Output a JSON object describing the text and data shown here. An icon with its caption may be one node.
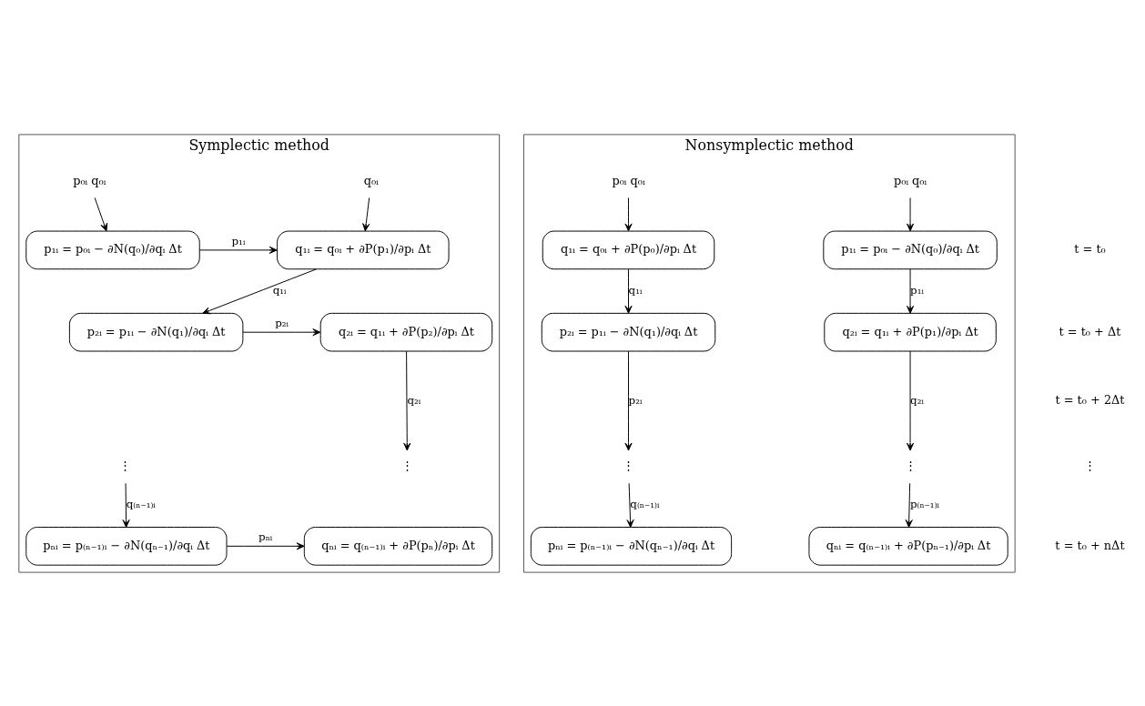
{
  "diagram": {
    "nodes": [
      {
        "text": [
          "Symplectic method"
        ]
      },
      {
        "text": [
          "p₀ᵢ q₀ᵢ"
        ],
        "in": 0
      },
      {
        "text": [
          "q₀ᵢ"
        ],
        "in": 0
      },
      {
        "text": [
          "p₁ᵢ = p₀ᵢ − ∂N(q₀)/∂qᵢ Δt"
        ],
        "in": 0
      },
      {
        "text": [
          "q₁ᵢ = q₀ᵢ + ∂P(p₁)/∂pᵢ Δt"
        ],
        "in": 0
      },
      {
        "text": [
          "p₂ᵢ = p₁ᵢ − ∂N(q₁)/∂qᵢ Δt"
        ],
        "in": 0
      },
      {
        "text": [
          "q₂ᵢ = q₁ᵢ + ∂P(p₂)/∂pᵢ Δt"
        ],
        "in": 0
      },
      {
        "text": [
          "⋮"
        ],
        "in": 0
      },
      {
        "text": [
          "⋮"
        ],
        "in": 0
      },
      {
        "text": [
          "pₙᵢ = p₍ₙ₋₁₎ᵢ − ∂N(qₙ₋₁)/∂qᵢ Δt"
        ],
        "in": 0
      },
      {
        "text": [
          "qₙᵢ = q₍ₙ₋₁₎ᵢ + ∂P(pₙ)/∂pᵢ Δt"
        ],
        "in": 0
      },
      {
        "text": [
          "Nonsymplectic method"
        ]
      },
      {
        "text": [
          "p₀ᵢ q₀ᵢ"
        ],
        "in": 11
      },
      {
        "text": [
          "p₀ᵢ q₀ᵢ"
        ],
        "in": 11
      },
      {
        "text": [
          "p₁ᵢ = p₀ᵢ − ∂N(q₀)/∂qᵢ Δt"
        ],
        "in": 11
      },
      {
        "text": [
          "q₁ᵢ = q₀ᵢ + ∂P(p₀)/∂pᵢ Δt"
        ],
        "in": 11
      },
      {
        "text": [
          "p₂ᵢ = p₁ᵢ − ∂N(q₁)/∂qᵢ Δt"
        ],
        "in": 11
      },
      {
        "text": [
          "q₂ᵢ = q₁ᵢ + ∂P(p₁)/∂pᵢ Δt"
        ],
        "in": 11
      },
      {
        "text": [
          "⋮"
        ],
        "in": 11
      },
      {
        "text": [
          "⋮"
        ],
        "in": 11
      },
      {
        "text": [
          "pₙᵢ = p₍ₙ₋₁₎ᵢ − ∂N(qₙ₋₁)/∂qᵢ Δt"
        ],
        "in": 11
      },
      {
        "text": [
          "qₙᵢ = q₍ₙ₋₁₎ᵢ + ∂P(pₙ₋₁)/∂pᵢ Δt"
        ],
        "in": 11
      }
    ],
    "edges": [
      {
        "from": 1,
        "to": 3,
        "arrow": "to"
      },
      {
        "from": 2,
        "to": 4,
        "arrow": "to"
      },
      {
        "from": 3,
        "to": 4,
        "arrow": "to",
        "label": "p₁ᵢ"
      },
      {
        "from": 4,
        "to": 5,
        "arrow": "to",
        "label": "q₁ᵢ"
      },
      {
        "from": 5,
        "to": 6,
        "arrow": "to",
        "label": "p₂ᵢ"
      },
      {
        "from": 6,
        "to": 7,
        "arrow": "to",
        "label": "q₂ᵢ"
      },
      {
        "from": 8,
        "to": 9,
        "arrow": "to",
        "label": "q₍ₙ₋₁₎ᵢ"
      },
      {
        "from": 9,
        "to": 10,
        "arrow": "to",
        "label": "pₙᵢ"
      },
      {
        "from": 12,
        "to": 14,
        "arrow": "to"
      },
      {
        "from": 13,
        "to": 15,
        "arrow": "to"
      },
      {
        "from": 14,
        "to": 17,
        "arrow": "to",
        "label": "p₁ᵢ"
      },
      {
        "from": 15,
        "to": 16,
        "arrow": "to",
        "label": "q₁ᵢ"
      },
      {
        "from": 16,
        "to": 19,
        "arrow": "to",
        "label": "p₂ᵢ"
      },
      {
        "from": 17,
        "to": 18,
        "arrow": "to",
        "label": "q₂ᵢ"
      },
      {
        "from": 18,
        "to": 21,
        "arrow": "to",
        "label": "p₍ₙ₋₁₎ᵢ"
      },
      {
        "from": 19,
        "to": 20,
        "arrow": "to",
        "label": "q₍ₙ₋₁₎ᵢ"
      }
    ],
    "labels": [
      "t = t₀",
      "t = t₀ + Δt",
      "t = t₀ + 2Δt",
      "⋮",
      "t = t₀ + nΔt"
    ]
  }
}
